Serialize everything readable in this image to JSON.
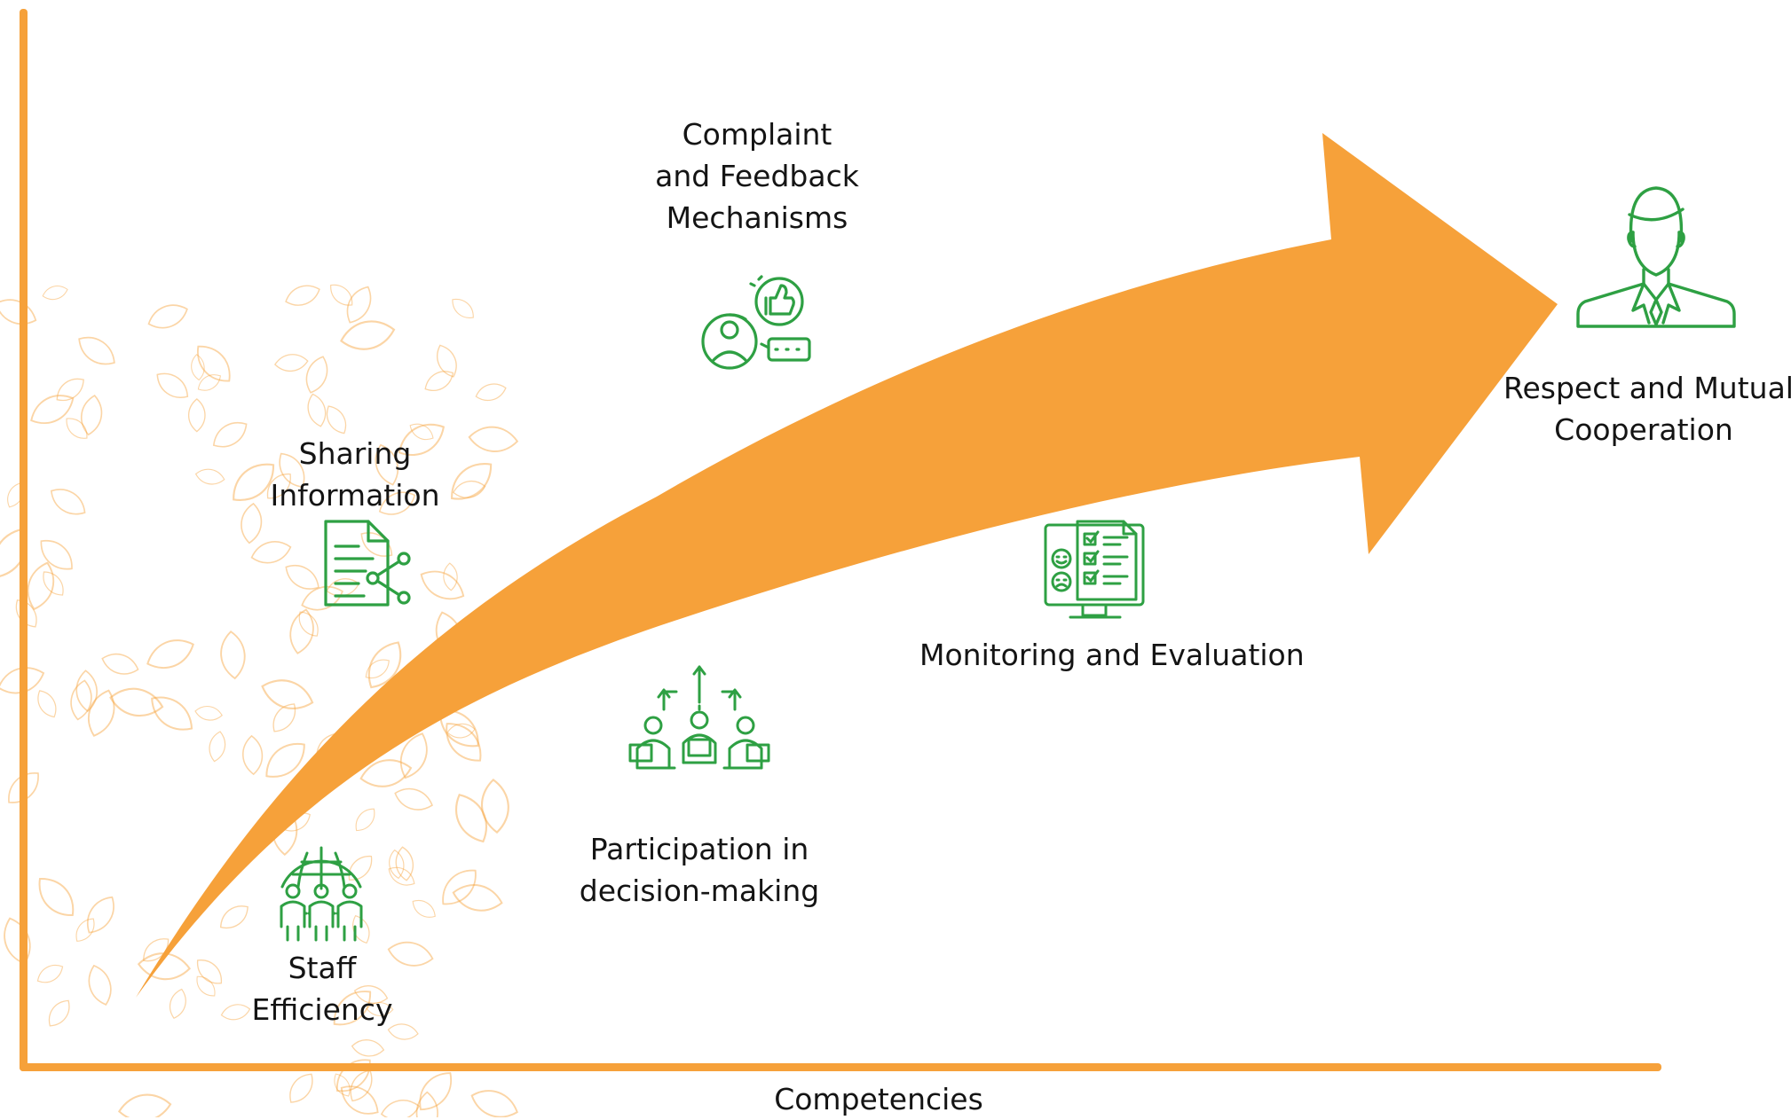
{
  "colors": {
    "accent": "#F6A13A",
    "icon": "#2EA043",
    "text": "#141414"
  },
  "axis": {
    "x_label": "Competencies"
  },
  "stages": [
    {
      "id": "staff-efficiency",
      "icon": "people-globe-icon",
      "lines": [
        "Staff",
        "Efficiency"
      ]
    },
    {
      "id": "sharing-information",
      "icon": "document-share-icon",
      "lines": [
        "Sharing",
        "Information"
      ]
    },
    {
      "id": "participation",
      "icon": "group-decision-icon",
      "lines": [
        "Participation in",
        "decision-making"
      ]
    },
    {
      "id": "complaint-feedback",
      "icon": "feedback-thumbs-up-icon",
      "lines": [
        "Complaint",
        "and Feedback",
        "Mechanisms"
      ]
    },
    {
      "id": "monitoring-evaluation",
      "icon": "monitor-checklist-icon",
      "lines": [
        "Monitoring and Evaluation"
      ]
    },
    {
      "id": "respect-cooperation",
      "icon": "business-person-icon",
      "lines": [
        "Respect and Mutual",
        "Cooperation"
      ]
    }
  ]
}
